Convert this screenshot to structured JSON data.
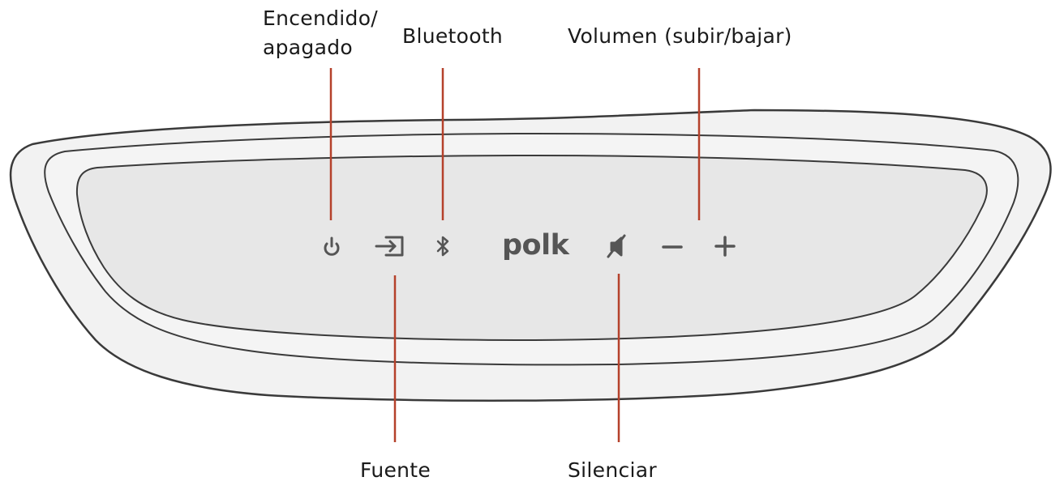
{
  "labels": {
    "power": [
      "Encendido/",
      "apagado"
    ],
    "bluetooth": "Bluetooth",
    "volume": "Volumen (subir/bajar)",
    "source": "Fuente",
    "mute": "Silenciar"
  },
  "brand": "polk",
  "controls": [
    {
      "name": "power-icon"
    },
    {
      "name": "source-input-icon"
    },
    {
      "name": "bluetooth-icon"
    },
    {
      "name": "mute-icon"
    },
    {
      "name": "volume-down-icon"
    },
    {
      "name": "volume-up-icon"
    }
  ],
  "colors": {
    "leader_line": "#b5412b",
    "body_fill": "#f2f2f2",
    "panel_fill": "#e7e7e7",
    "outline": "#3a3a3a",
    "icon": "#555555"
  }
}
